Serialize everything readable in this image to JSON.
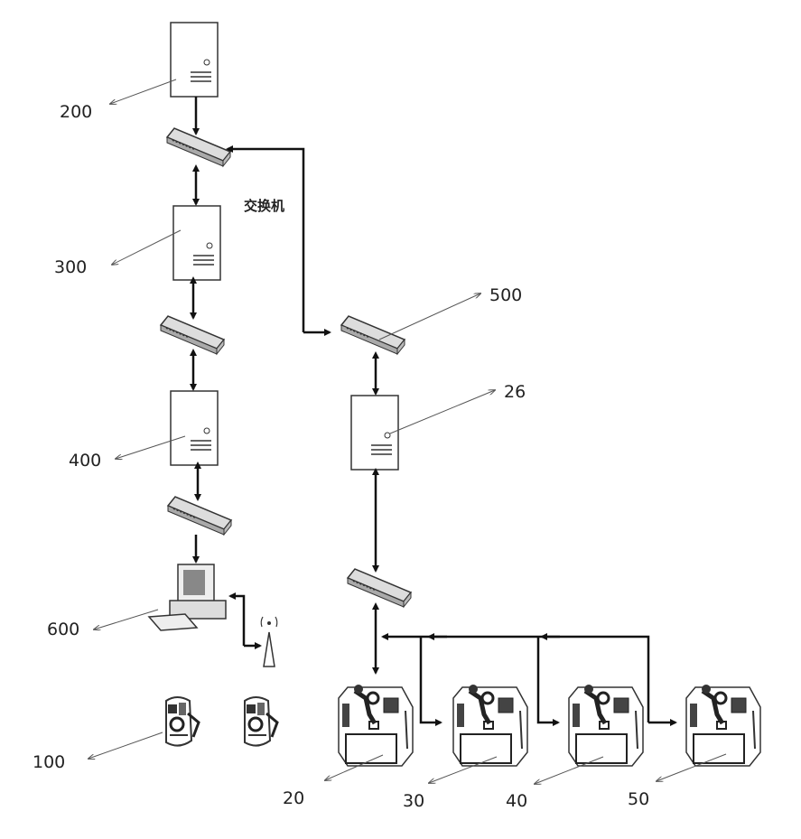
{
  "diagram": {
    "switch_caption": "交换机",
    "labels": {
      "server_top": "200",
      "server_mid": "300",
      "server_low": "400",
      "computer": "600",
      "handhelds": "100",
      "switch_right": "500",
      "controller": "26",
      "device_1": "20",
      "device_2": "30",
      "device_3": "40",
      "device_4": "50"
    }
  }
}
